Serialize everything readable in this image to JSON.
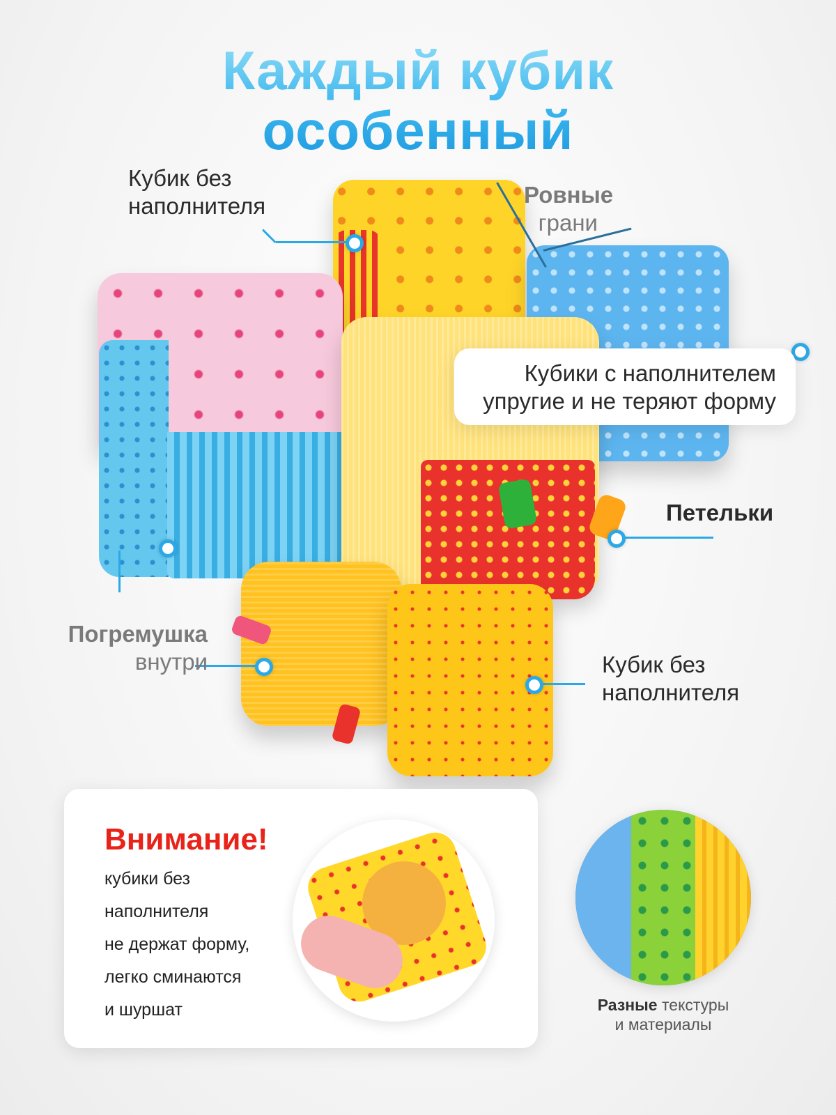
{
  "title": {
    "line1": "Каждый кубик",
    "line2": "особенный"
  },
  "labels": {
    "top_left": {
      "line1": "Кубик без",
      "line2": "наполнителя"
    },
    "top_right": {
      "bold": "Ровные",
      "normal": "грани"
    },
    "callout": {
      "line1": "Кубики с наполнителем",
      "line2": "упругие и не теряют форму"
    },
    "loops": "Петельки",
    "rattle": {
      "bold": "Погремушка",
      "normal": "внутри"
    },
    "bottom_right": {
      "line1": "Кубик без",
      "line2": "наполнителя"
    }
  },
  "warning": {
    "heading": "Внимание!",
    "lines": [
      "кубики без",
      "наполнителя",
      "не держат форму,",
      "легко сминаются",
      "и шуршат"
    ]
  },
  "textures": {
    "bold": "Разные",
    "normal1": "текстуры",
    "normal2": "и материалы"
  },
  "colors": {
    "accent": "#2aa9e6",
    "warning": "#e8231a"
  }
}
